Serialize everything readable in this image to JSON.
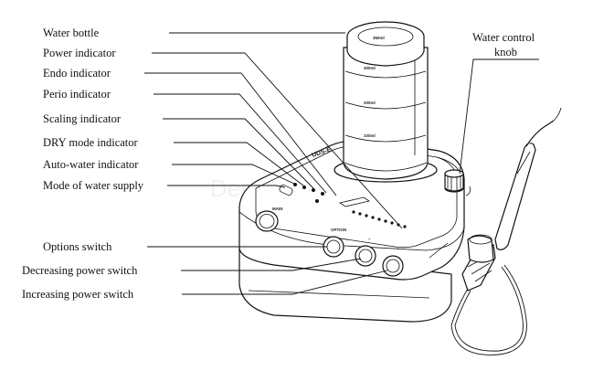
{
  "labels": {
    "water_bottle": "Water  bottle",
    "power_indicator": "Power indicator",
    "endo_indicator": "Endo  indicator",
    "perio_indicator": "Perio  indicator",
    "scaling_indicator": "Scaling indicator",
    "dry_mode_indicator": "DRY mode indicator",
    "auto_water_indicator": "Auto-water  indicator",
    "mode_of_water_supply": "Mode of water supply",
    "water_control_knob_line1": "Water control",
    "water_control_knob_line2": "knob",
    "options_switch": "Options  switch",
    "decreasing_power_switch": "Decreasing power switch",
    "increasing_power_switch": "Increasing power switch"
  },
  "device_print": {
    "bottle_cap": "350ml",
    "mark_300": "300ml",
    "mark_200": "200ml",
    "mark_100": "100ml",
    "brand": "UDS-E",
    "main_button": "MAIN",
    "option_button": "OPTION",
    "minus_button": "−",
    "plus_button": "+"
  }
}
